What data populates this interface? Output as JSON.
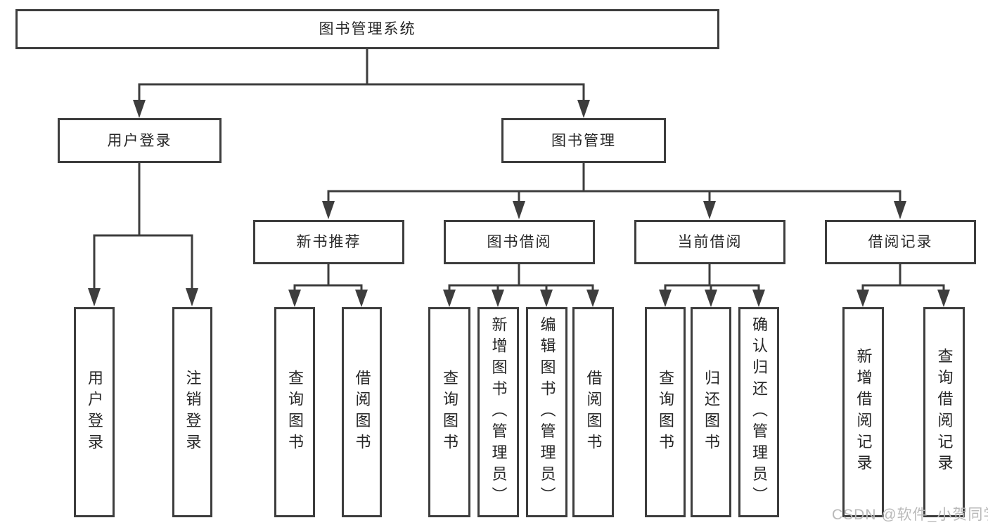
{
  "diagram": {
    "root": {
      "label": "图书管理系统"
    },
    "branches": [
      {
        "label": "用户登录",
        "children": [
          {
            "label": "用户登录"
          },
          {
            "label": "注销登录"
          }
        ]
      },
      {
        "label": "图书管理",
        "sections": [
          {
            "label": "新书推荐",
            "children": [
              {
                "label": "查询图书"
              },
              {
                "label": "借阅图书"
              }
            ]
          },
          {
            "label": "图书借阅",
            "children": [
              {
                "label": "查询图书"
              },
              {
                "label": "新增图书（管理员）"
              },
              {
                "label": "编辑图书（管理员）"
              },
              {
                "label": "借阅图书"
              }
            ]
          },
          {
            "label": "当前借阅",
            "children": [
              {
                "label": "查询图书"
              },
              {
                "label": "归还图书"
              },
              {
                "label": "确认归还（管理员）"
              }
            ]
          },
          {
            "label": "借阅记录",
            "children": [
              {
                "label": "新增借阅记录"
              },
              {
                "label": "查询借阅记录"
              }
            ]
          }
        ]
      }
    ]
  },
  "watermark": {
    "text": "CSDN @软件_小贺同学"
  },
  "colors": {
    "line": "#3d3d3d",
    "text": "#262626",
    "watermark": "#b9b9b9",
    "background": "#ffffff"
  }
}
